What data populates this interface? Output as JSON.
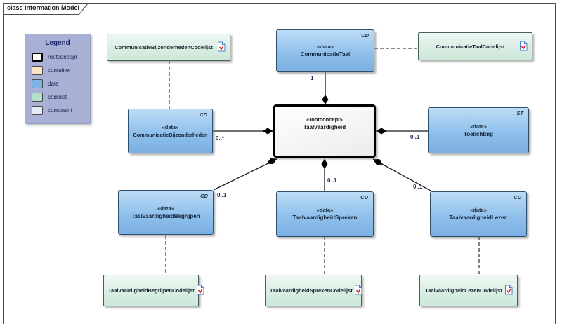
{
  "frame": {
    "tab_label": "class Information Model"
  },
  "legend": {
    "title": "Legend",
    "items": [
      {
        "label": "rootconcept",
        "color": "#ffffff"
      },
      {
        "label": "container",
        "color": "#f9e3c9"
      },
      {
        "label": "data",
        "color": "#7db4e8"
      },
      {
        "label": "codelist",
        "color": "#b3e0ca"
      },
      {
        "label": "constraint",
        "color": "#e8eaf9"
      }
    ]
  },
  "nodes": {
    "communicatie_bijzonderheden_codelijst": {
      "label": "CommunicatieBijzonderhedenCodelijst"
    },
    "communicatie_taal": {
      "stereotype": "«data»",
      "label": "CommunicatieTaal",
      "tag": "CD"
    },
    "communicatie_taal_codelijst": {
      "label": "CommunicatieTaalCodelijst"
    },
    "communicatie_bijzonderheden": {
      "stereotype": "«data»",
      "label": "CommunicatieBijzonderheden",
      "tag": "CD"
    },
    "taalvaardigheid": {
      "stereotype": "«rootconcept»",
      "label": "Taalvaardigheid"
    },
    "toelichting": {
      "stereotype": "«data»",
      "label": "Toelichting",
      "tag": "ST"
    },
    "taalvaardigheid_begrijpen": {
      "stereotype": "«data»",
      "label": "TaalvaardigheidBegrijpen",
      "tag": "CD"
    },
    "taalvaardigheid_spreken": {
      "stereotype": "«data»",
      "label": "TaalvaardigheidSpreken",
      "tag": "CD"
    },
    "taalvaardigheid_lezen": {
      "stereotype": "«data»",
      "label": "TaalvaardigheidLezen",
      "tag": "CD"
    },
    "taalvaardigheid_begrijpen_codelijst": {
      "label": "TaalvaardigheidBegrijpenCodelijst"
    },
    "taalvaardigheid_spreken_codelijst": {
      "label": "TaalvaardigheidSprekenCodelijst"
    },
    "taalvaardigheid_lezen_codelijst": {
      "label": "TaalvaardigheidLezenCodelijst"
    }
  },
  "multiplicities": {
    "taal_to_root": "1",
    "bijzonderheden_to_root": "0..*",
    "root_to_toelichting": "0..1",
    "root_to_begrijpen": "0..1",
    "root_to_spreken": "0..1",
    "root_to_lezen": "0..1"
  }
}
